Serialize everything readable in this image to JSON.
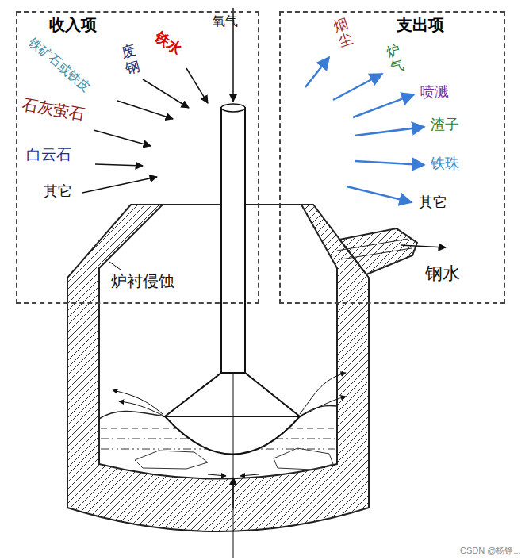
{
  "diagram": {
    "nodes": [
      {
        "text": [
          "收入项",
          "铁矿石或铁皮",
          "废钢",
          "铁水",
          "石灰萤石",
          "白云石",
          "其它",
          "炉衬侵蚀"
        ]
      },
      {
        "text": [
          "支出项",
          "烟尘",
          "炉气",
          "喷溅",
          "渣子",
          "铁珠",
          "其它",
          "钢水"
        ]
      }
    ],
    "labels": [
      "氧气",
      "CSDN @杨铮..."
    ]
  }
}
